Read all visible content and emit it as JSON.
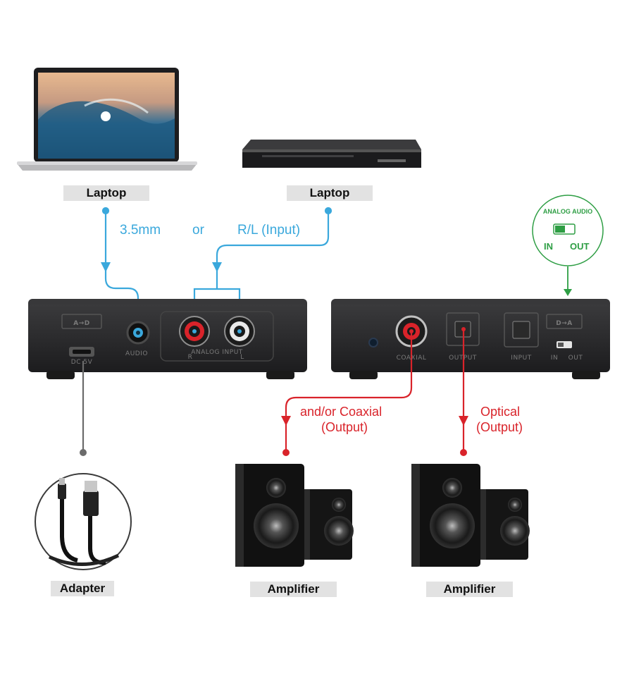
{
  "labels": {
    "laptop_left": "Laptop",
    "laptop_right": "Laptop",
    "adapter": "Adapter",
    "amplifier_left": "Amplifier",
    "amplifier_right": "Amplifier"
  },
  "connections": {
    "jack": "3.5mm",
    "or": "or",
    "rl_input": "R/L (Input)",
    "coaxial_line1": "and/or Coaxial",
    "coaxial_line2": "(Output)",
    "optical_line1": "Optical",
    "optical_line2": "(Output)"
  },
  "switch_badge": {
    "title": "ANALOG AUDIO",
    "in": "IN",
    "out": "OUT"
  },
  "left_device": {
    "logo": "A→D",
    "audio_port": "AUDIO",
    "power_port": "DC 5V",
    "rca_group": "ANALOG INPUT",
    "rca_r": "R",
    "rca_l": "L"
  },
  "right_device": {
    "logo": "D→A",
    "coaxial_port": "COAXIAL",
    "optical_output_port": "OUTPUT",
    "optical_input_port": "INPUT",
    "switch_in": "IN",
    "switch_out": "OUT"
  },
  "colors": {
    "blue": "#3aa8dc",
    "red": "#d9232a",
    "green": "#2e9e44",
    "gray": "#6b6b6b",
    "device": "#2b2b2d"
  }
}
